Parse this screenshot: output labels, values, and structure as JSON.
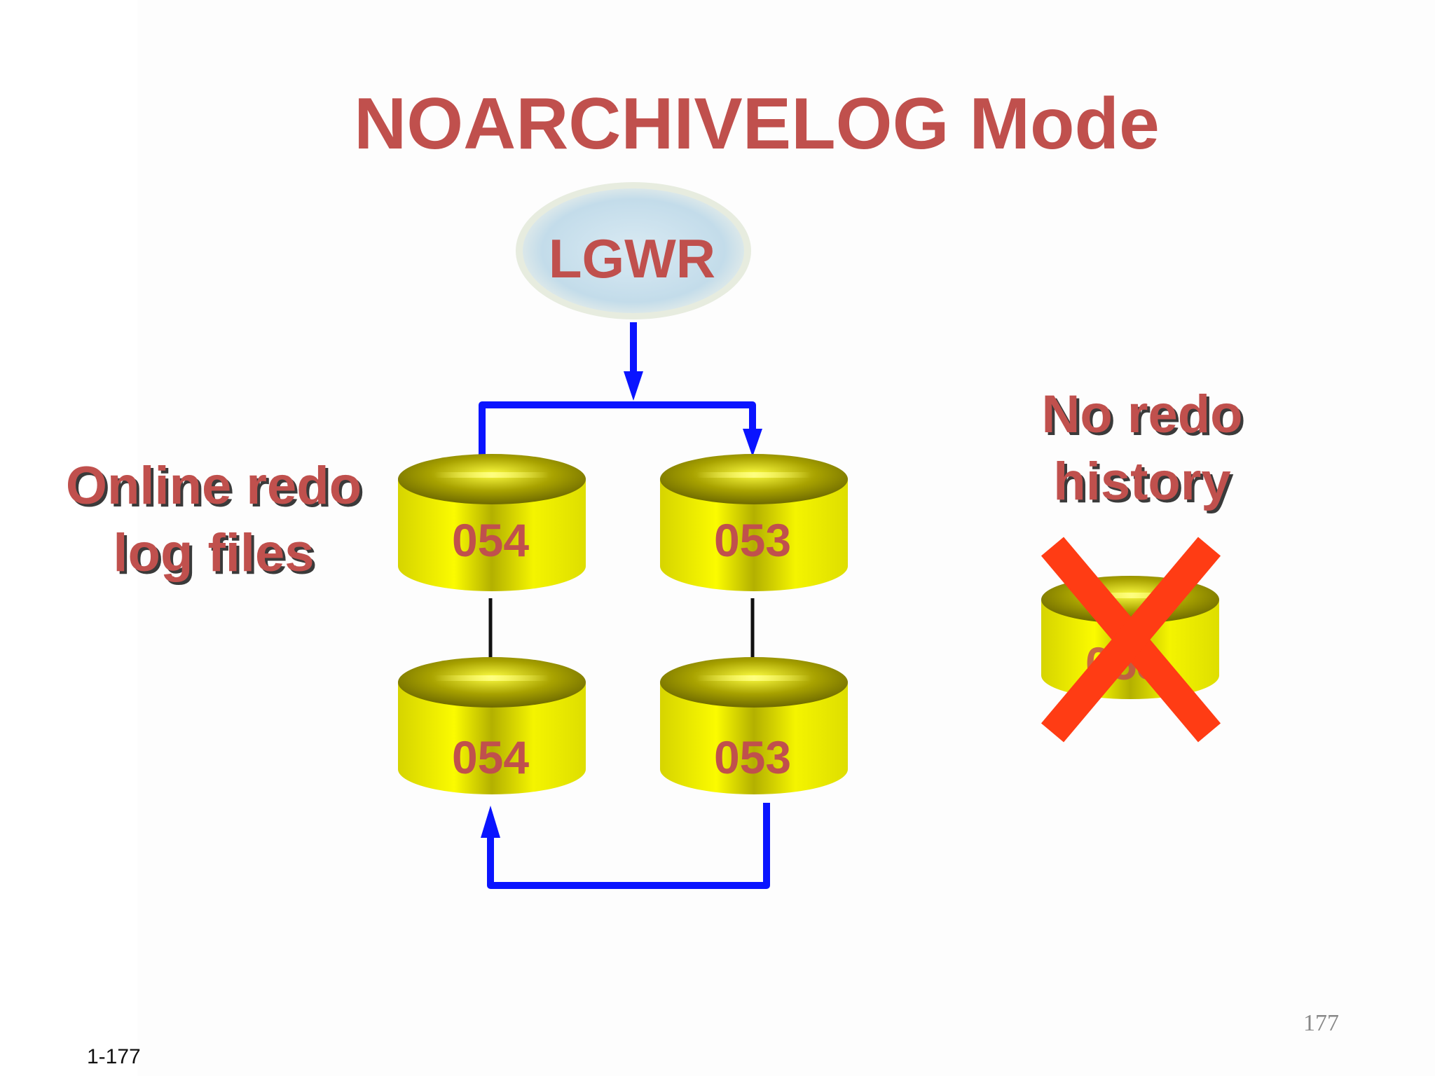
{
  "slide": {
    "title": "NOARCHIVELOG Mode",
    "page_number": "177",
    "slide_ref": "1-177"
  },
  "diagram": {
    "process": {
      "label": "LGWR"
    },
    "left_caption": {
      "line1": "Online redo",
      "line2": "log files"
    },
    "right_caption": {
      "line1": "No redo",
      "line2": "history"
    },
    "disks": [
      {
        "label": "054"
      },
      {
        "label": "053"
      },
      {
        "label": "054"
      },
      {
        "label": "053"
      }
    ],
    "lost_disk": {
      "label": "053"
    }
  },
  "colors": {
    "title": "#c0504d",
    "arrow": "#0a14ff",
    "disk": "#eef200",
    "cross": "#ff3c14",
    "process_fill": "#c9e1ec"
  }
}
